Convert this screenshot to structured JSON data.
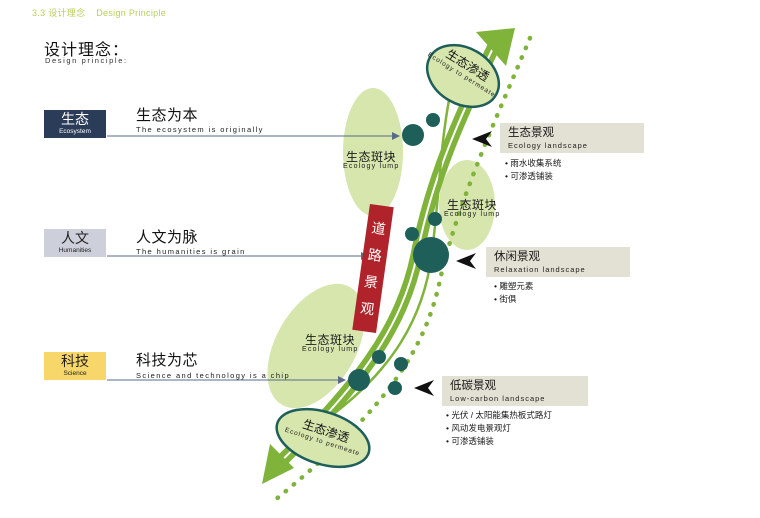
{
  "breadcrumb": {
    "section": "3.3 设计理念",
    "section_en": "Design Principle"
  },
  "header": {
    "title": "设计理念：",
    "subtitle": "Design principle:"
  },
  "concepts": [
    {
      "tag_zh": "生态",
      "tag_en": "Ecosystem",
      "heading": "生态为本",
      "subline": "The ecosystem is originally"
    },
    {
      "tag_zh": "人文",
      "tag_en": "Humanities",
      "heading": "人文为脉",
      "subline": "The humanities is grain"
    },
    {
      "tag_zh": "科技",
      "tag_en": "Science",
      "heading": "科技为芯",
      "subline": "Science and technology is a chip"
    }
  ],
  "lumps": [
    {
      "zh": "生态斑块",
      "en": "Ecology lump"
    },
    {
      "zh": "生态斑块",
      "en": "Ecology lump"
    },
    {
      "zh": "生态斑块",
      "en": "Ecology lump"
    }
  ],
  "permeate": [
    {
      "zh": "生态渗透",
      "en": "Ecology to permeate"
    },
    {
      "zh": "生态渗透",
      "en": "Ecology to permeate"
    }
  ],
  "road": {
    "label": [
      "道",
      "路",
      "景",
      "观"
    ]
  },
  "landscapes": [
    {
      "zh": "生态景观",
      "en": "Ecology landscape",
      "items": [
        "雨水收集系统",
        "可渗透铺装"
      ]
    },
    {
      "zh": "休闲景观",
      "en": "Relaxation landscape",
      "items": [
        "雕塑元素",
        "街俱"
      ]
    },
    {
      "zh": "低碳景观",
      "en": "Low-carbon landscape",
      "items": [
        "光伏 / 太阳能集热板式路灯",
        "风动发电景观灯",
        "可渗透铺装"
      ]
    }
  ],
  "colors": {
    "green": "#7fb33a",
    "light_green": "#d6e6ad",
    "teal": "#1f5f5a",
    "road_red": "#b1232a",
    "navy": "#2b3c58",
    "yellow": "#f7d66a",
    "grey_tag": "#cdd0da",
    "side_box": "#e3e0d4"
  }
}
